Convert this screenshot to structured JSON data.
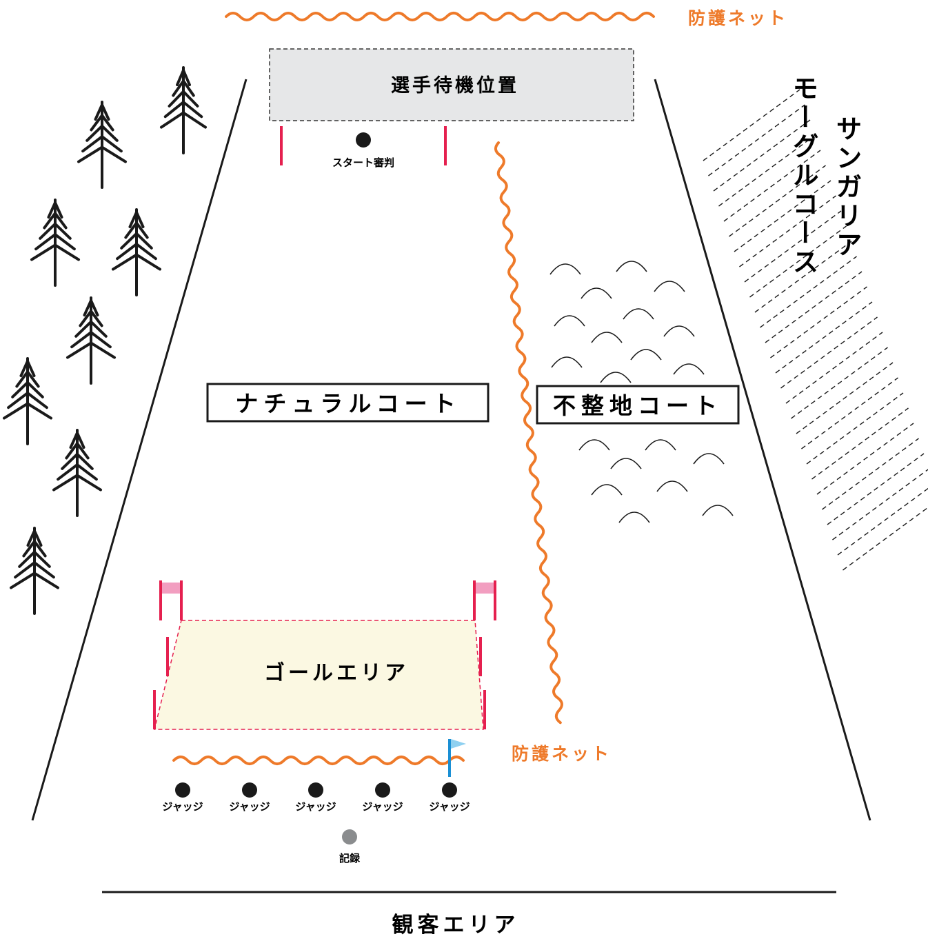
{
  "labels": {
    "net_top": "防護ネット",
    "net_bottom": "防護ネット",
    "waiting_area": "選手待機位置",
    "start_judge": "スタート審判",
    "natural_court": "ナチュラルコート",
    "rough_court": "不整地コート",
    "mogul_course_line1": "サンガリア",
    "mogul_course_line2": "モーグルコース",
    "goal_area": "ゴールエリア",
    "judges": [
      "ジャッジ",
      "ジャッジ",
      "ジャッジ",
      "ジャッジ",
      "ジャッジ"
    ],
    "record": "記録",
    "spectator_area": "観客エリア"
  },
  "colors": {
    "net": "#ee7a2a",
    "gate_red": "#e5204f",
    "gate_flag_pink": "#f29ec0",
    "goal_fill": "#fbf8e2",
    "waiting_fill": "#e6e7e8",
    "start_flag_blue": "#1a8fd4",
    "start_flag_light": "#8fd0f0",
    "record_dot": "#8a8c8e",
    "ink": "#1a1a1a"
  }
}
